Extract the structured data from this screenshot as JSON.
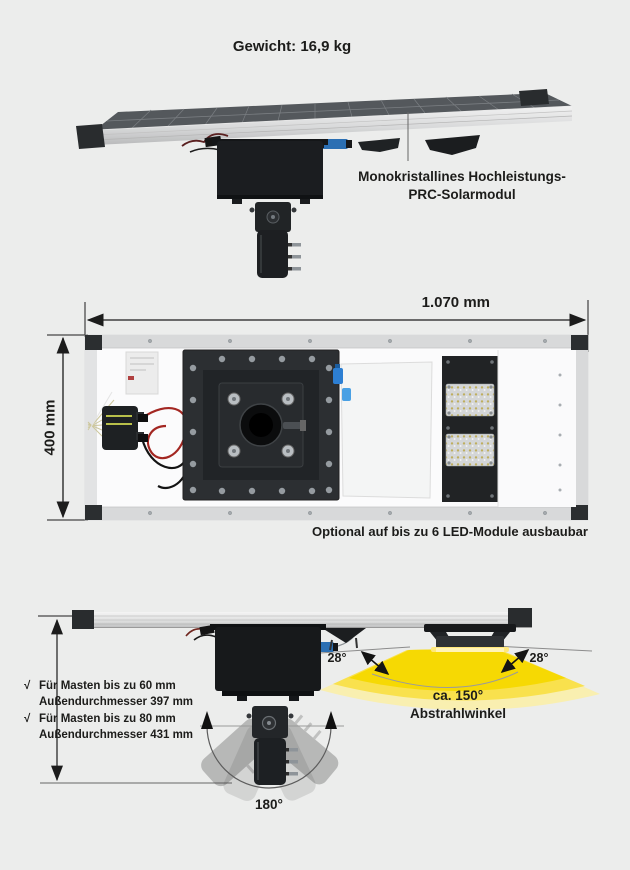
{
  "colors": {
    "background": "#ecedec",
    "panel_surface_dark": "#54585c",
    "aluminum_frame": "#e3e4e5",
    "hardware_black": "#1b1d20",
    "corner_cap_black": "#292c2e",
    "connector_blue": "#2b6fb3",
    "cable_red": "#a32722",
    "beam_yellow_core": "#f6d903",
    "beam_yellow_mid": "#f9e14d",
    "beam_yellow_outer": "#fbeea6",
    "text": "#1c1c1a"
  },
  "figure_top": {
    "weight_label": "Gewicht: 16,9 kg",
    "module_label_line1": "Monokristallines Hochleistungs-",
    "module_label_line2": "PRC-Solarmodul"
  },
  "figure_middle": {
    "width_dimension": "1.070 mm",
    "height_dimension": "400 mm",
    "caption": "Optional auf bis zu 6 LED-Module ausbaubar"
  },
  "figure_bottom": {
    "mast_options": [
      {
        "check": "√",
        "line1": "Für Masten bis zu 60 mm",
        "line2": "Außendurchmesser 397 mm"
      },
      {
        "check": "√",
        "line1": "Für Masten bis zu 80 mm",
        "line2": "Außendurchmesser 431 mm"
      }
    ],
    "beam_angle_left": "28°",
    "beam_angle_right": "28°",
    "beam_total": "ca. 150°",
    "beam_total_label": "Abstrahlwinkel",
    "rotation_angle": "180°"
  }
}
